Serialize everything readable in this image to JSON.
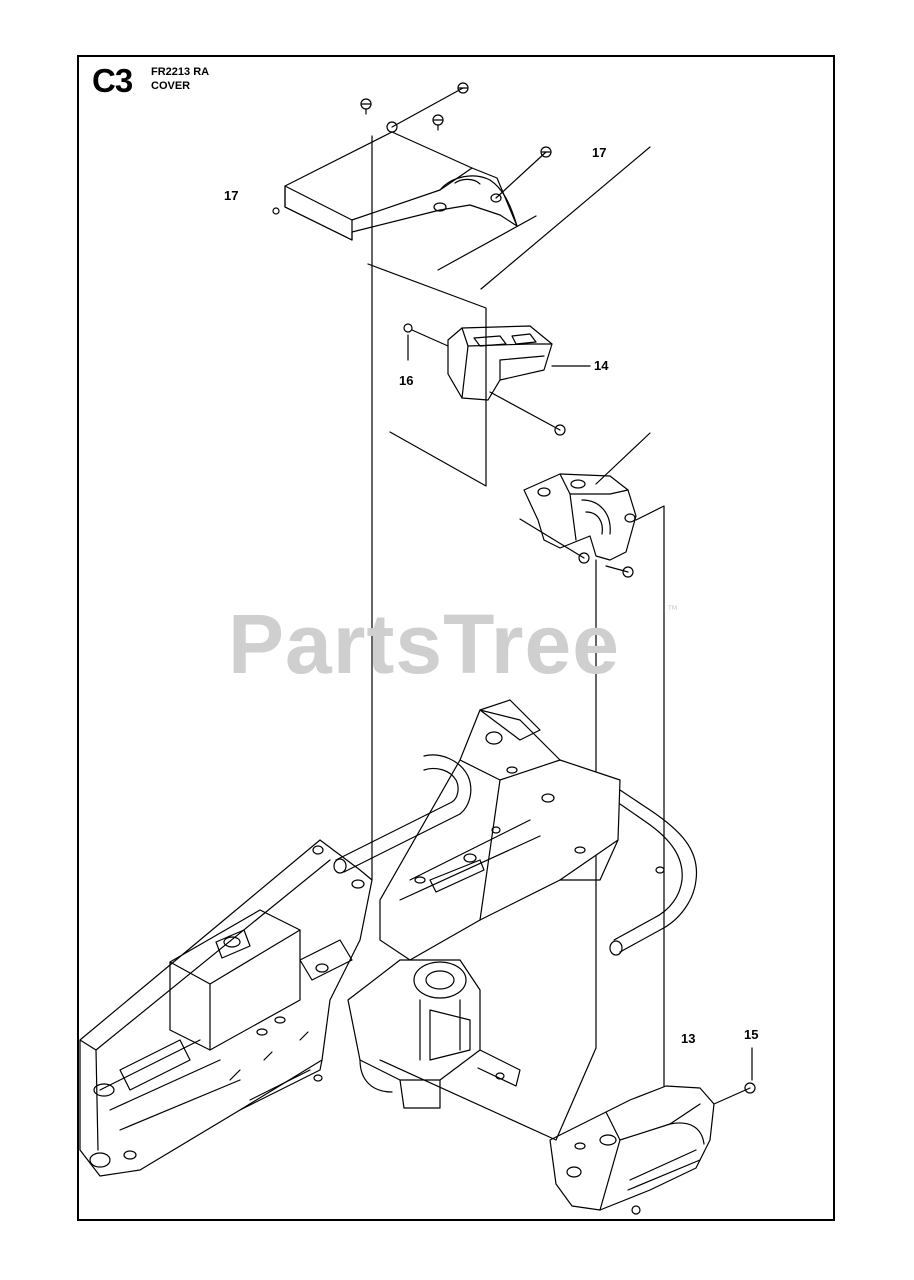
{
  "header": {
    "code": "C3",
    "model": "FR2213 RA",
    "section": "COVER"
  },
  "watermark": {
    "text": "PartsTree",
    "tm": "™",
    "color": "#cfcfcf"
  },
  "callouts": [
    "13",
    "14",
    "15",
    "16",
    "17",
    "17"
  ]
}
